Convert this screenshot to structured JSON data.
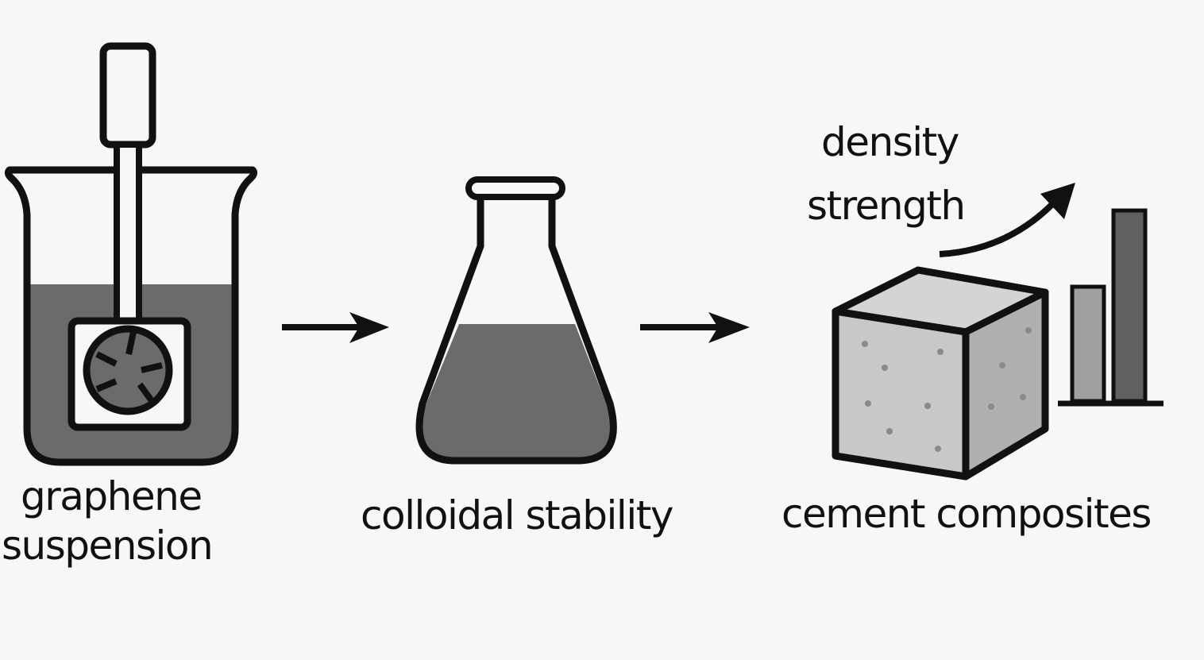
{
  "steps": [
    {
      "label_line1": "graphene",
      "label_line2": "suspension"
    },
    {
      "label": "colloidal stability"
    },
    {
      "label": "cement composites"
    }
  ],
  "annotations": {
    "line1": "density",
    "line2": "strength"
  },
  "bar_chart": {
    "values": [
      0.6,
      1.0
    ]
  },
  "colors": {
    "liquid": "#6b6b6b",
    "outline": "#111111",
    "cube_front": "#c8c8c8",
    "cube_top": "#d4d4d4",
    "cube_side": "#b0b0b0",
    "bar_light": "#a0a0a0",
    "bar_dark": "#606060"
  }
}
